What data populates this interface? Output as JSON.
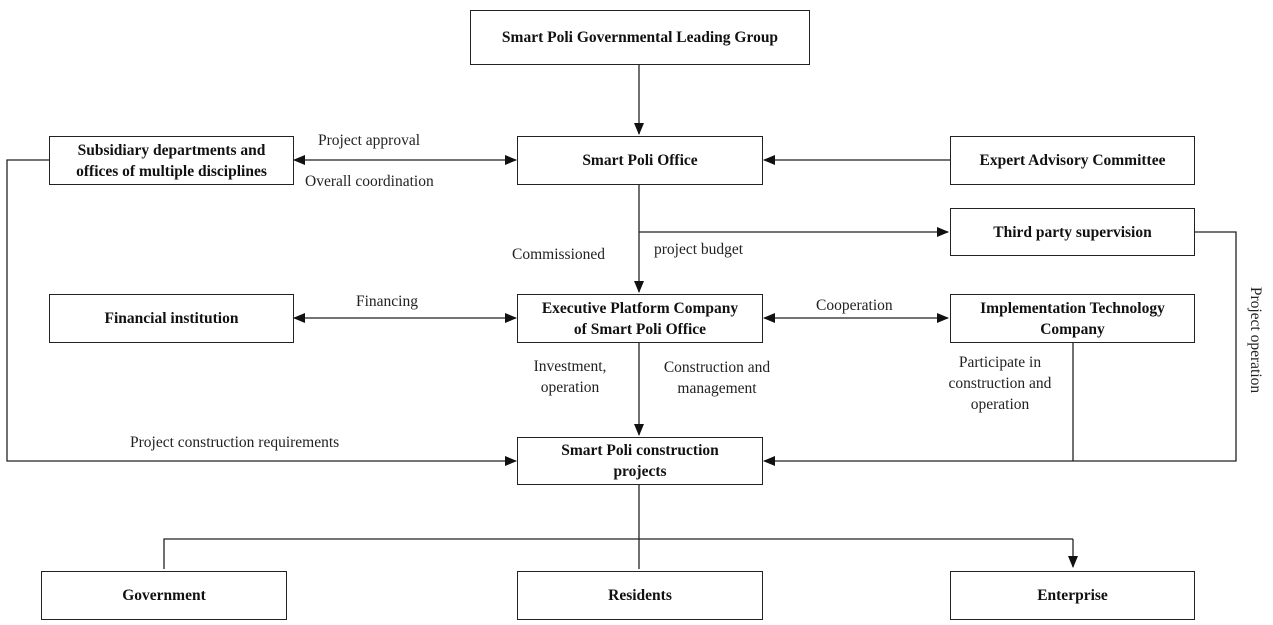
{
  "nodes": {
    "leading_group": "Smart Poli Governmental Leading Group",
    "subsidiary": "Subsidiary departments and\noffices of multiple disciplines",
    "office": "Smart Poli Office",
    "expert": "Expert Advisory Committee",
    "third_party": "Third party supervision",
    "financial": "Financial institution",
    "platform": "Executive Platform Company\nof Smart Poli Office",
    "implementation": "Implementation Technology\nCompany",
    "projects": "Smart Poli construction\nprojects",
    "government": "Government",
    "residents": "Residents",
    "enterprise": "Enterprise"
  },
  "labels": {
    "project_approval": "Project approval",
    "overall_coordination": "Overall coordination",
    "commissioned": "Commissioned",
    "project_budget": "project budget",
    "financing": "Financing",
    "cooperation": "Cooperation",
    "investment": "Investment,\noperation",
    "construction_management": "Construction and\nmanagement",
    "participate": "Participate in\nconstruction and\noperation",
    "construction_requirements": "Project construction requirements",
    "project_operation": "Project operation"
  }
}
